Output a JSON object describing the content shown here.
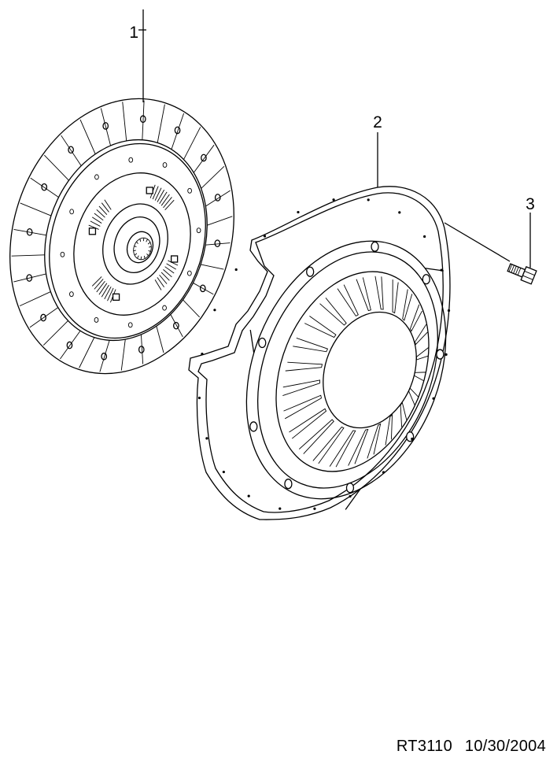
{
  "diagram": {
    "parts": [
      {
        "callout": "1",
        "part": "clutch-disc"
      },
      {
        "callout": "2",
        "part": "clutch-pressure-plate-cover"
      },
      {
        "callout": "3",
        "part": "bolt"
      }
    ]
  },
  "footer": {
    "code": "RT3110",
    "date": "10/30/2004"
  }
}
